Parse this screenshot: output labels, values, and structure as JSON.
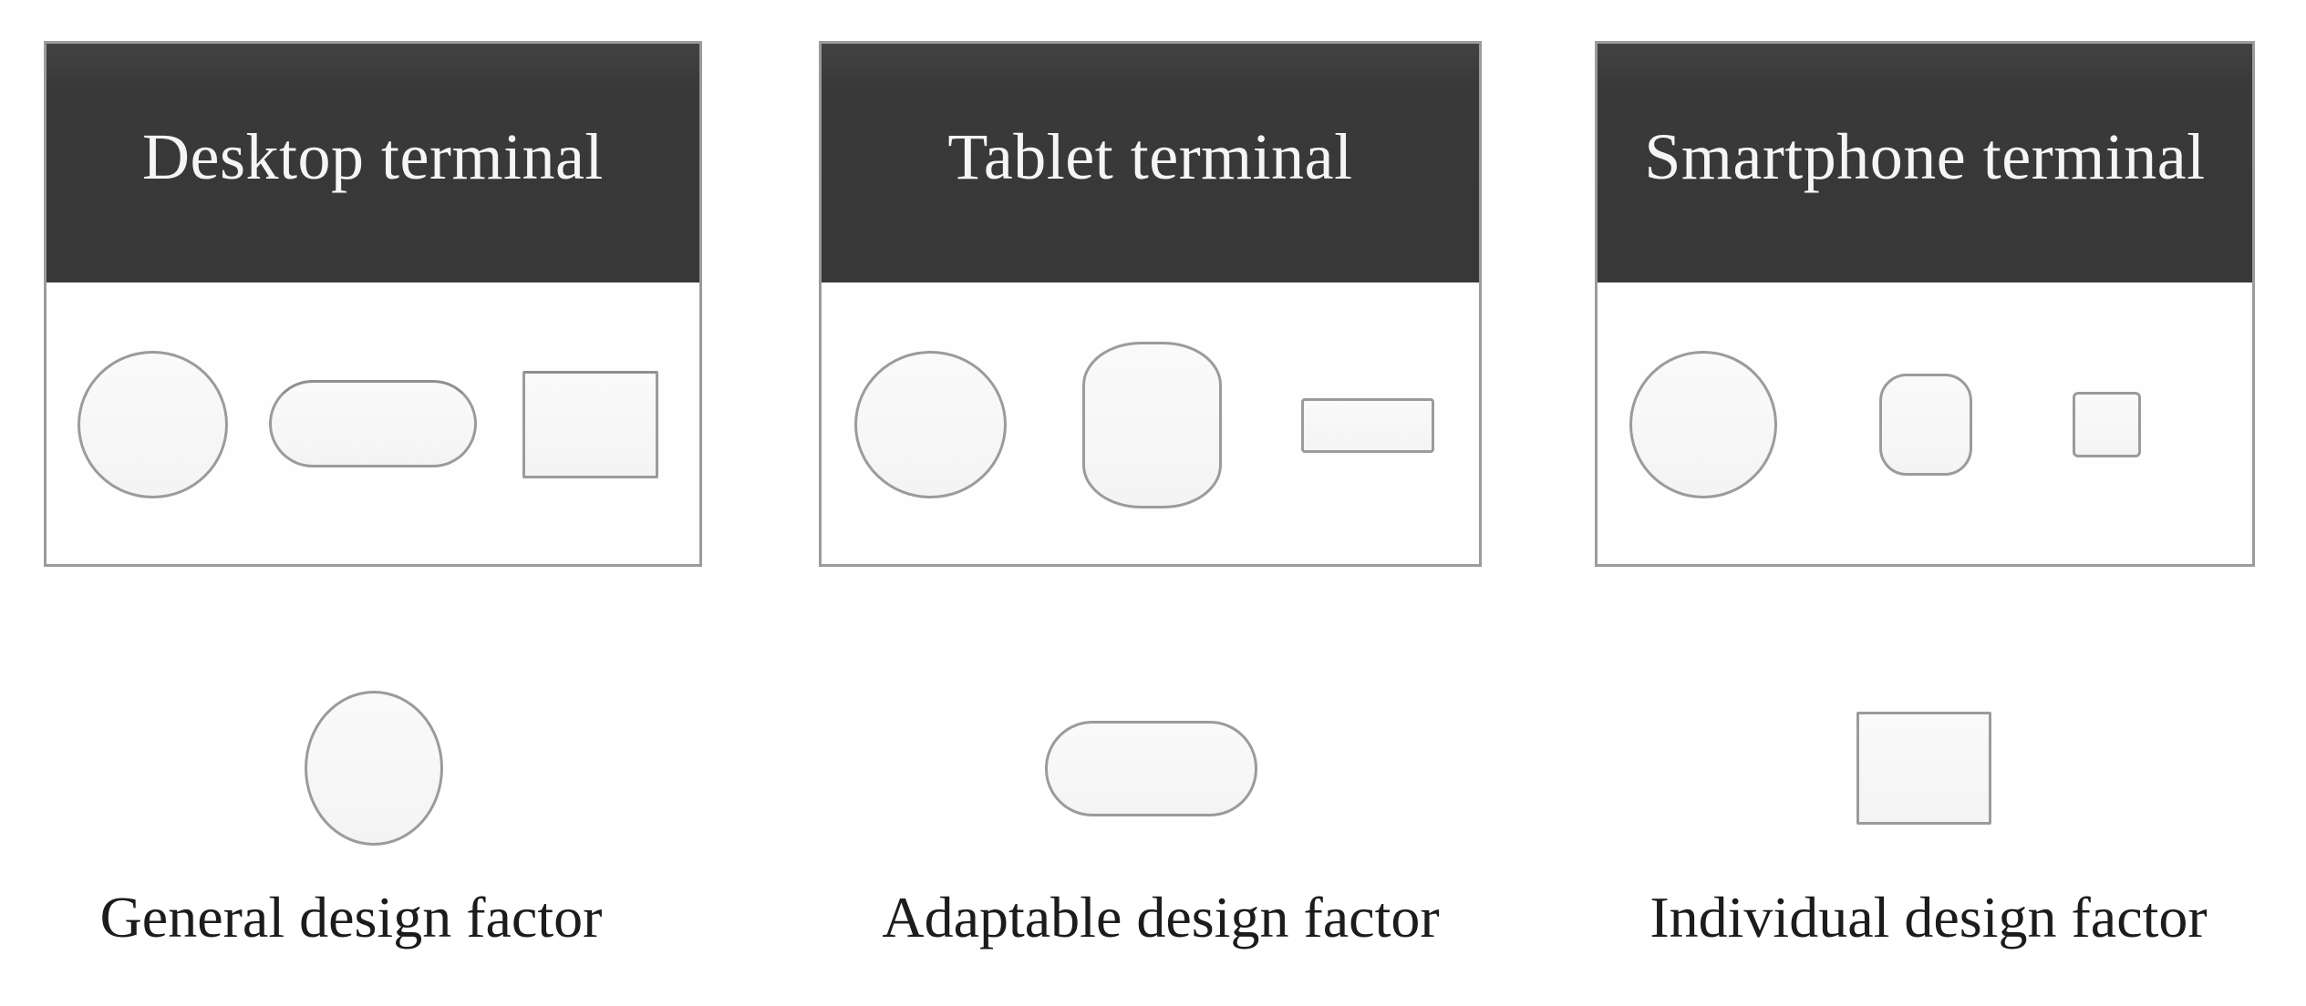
{
  "figure": {
    "description": "Design factors across terminal types"
  },
  "terminals": [
    {
      "title": "Desktop terminal",
      "shapes": [
        {
          "name": "general-design-factor",
          "form": "circle",
          "size": "large"
        },
        {
          "name": "adaptable-design-factor",
          "form": "pill",
          "size": "large"
        },
        {
          "name": "individual-design-factor",
          "form": "rectangle",
          "size": "large"
        }
      ]
    },
    {
      "title": "Tablet terminal",
      "shapes": [
        {
          "name": "general-design-factor",
          "form": "circle",
          "size": "large"
        },
        {
          "name": "adaptable-design-factor",
          "form": "vertical-barrel",
          "size": "medium"
        },
        {
          "name": "individual-design-factor",
          "form": "rectangle",
          "size": "small"
        }
      ]
    },
    {
      "title": "Smartphone terminal",
      "shapes": [
        {
          "name": "general-design-factor",
          "form": "circle",
          "size": "large"
        },
        {
          "name": "adaptable-design-factor",
          "form": "squircle",
          "size": "small"
        },
        {
          "name": "individual-design-factor",
          "form": "square",
          "size": "small"
        }
      ]
    }
  ],
  "legend": [
    {
      "label": "General design factor",
      "shape": "ellipse"
    },
    {
      "label": "Adaptable design factor",
      "shape": "pill"
    },
    {
      "label": "Individual design factor",
      "shape": "square"
    }
  ],
  "colors": {
    "header_background": "#3a3a3a",
    "panel_border": "#9b9b9b",
    "shape_fill": "#f6f6f6",
    "shape_border": "#9b9b9b",
    "title_text": "#f5f5f5",
    "label_text": "#1c1c1c",
    "background": "#ffffff"
  }
}
